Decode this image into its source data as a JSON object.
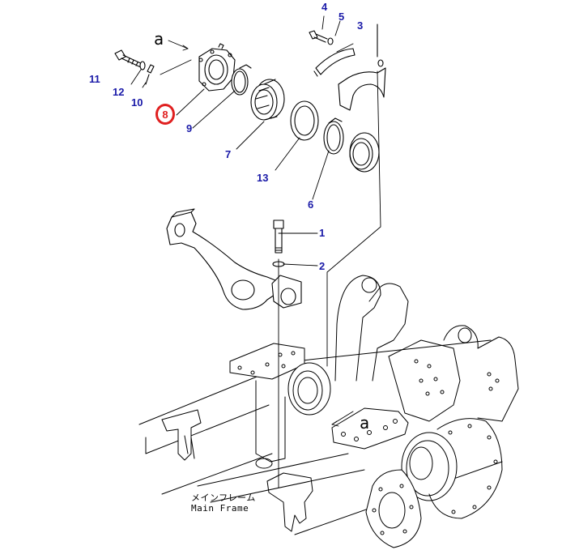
{
  "callouts": {
    "c1": "1",
    "c2": "2",
    "c3": "3",
    "c4": "4",
    "c5": "5",
    "c6": "6",
    "c7": "7",
    "c8": "8",
    "c9": "9",
    "c10": "10",
    "c11": "11",
    "c12": "12",
    "c13": "13"
  },
  "reference_letters": {
    "upper": "a",
    "lower": "a"
  },
  "frame_label": {
    "japanese": "メインフレーム",
    "english": "Main Frame"
  },
  "colors": {
    "callout": "#1a1aa8",
    "highlight": "#e02020",
    "line": "#000000"
  }
}
